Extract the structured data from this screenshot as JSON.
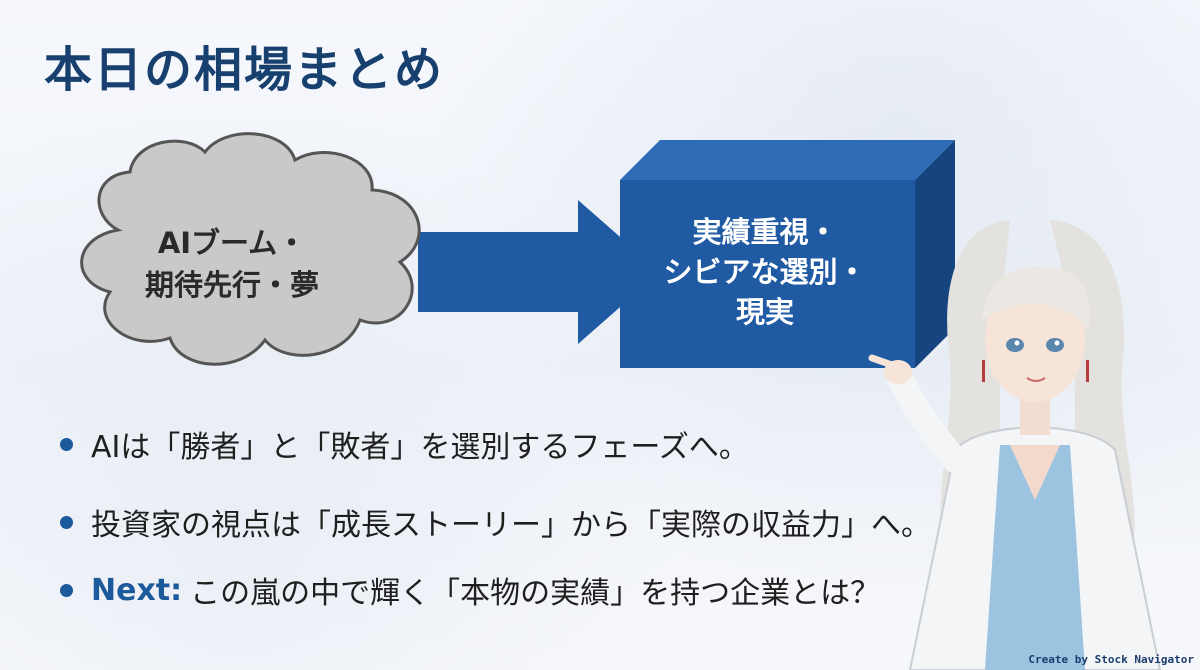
{
  "slide": {
    "title": "本日の相場まとめ",
    "cloud": {
      "line1": "AIブーム・",
      "line2": "期待先行・夢"
    },
    "box": {
      "line1": "実績重視・",
      "line2": "シビアな選別・",
      "line3": "現実"
    },
    "bullets": [
      {
        "text": "AIは「勝者」と「敗者」を選別するフェーズへ。"
      },
      {
        "text": "投資家の視点は「成長ストーリー」から「実際の収益力」へ。"
      },
      {
        "prefix": "Next:",
        "text": "この嵐の中で輝く「本物の実績」を持つ企業とは？"
      }
    ],
    "credit": "Create by Stock Navigator"
  },
  "colors": {
    "title": "#17406e",
    "accent_blue": "#1d5a9c",
    "box_front": "#1f5aa3",
    "box_top": "#2f6cb8",
    "box_side": "#15447f",
    "cloud_fill": "#c8c8c8",
    "cloud_stroke": "#555555"
  },
  "icons": [
    "thought-cloud-shape",
    "right-arrow",
    "3d-box",
    "bullet-dot",
    "presenter-character"
  ]
}
